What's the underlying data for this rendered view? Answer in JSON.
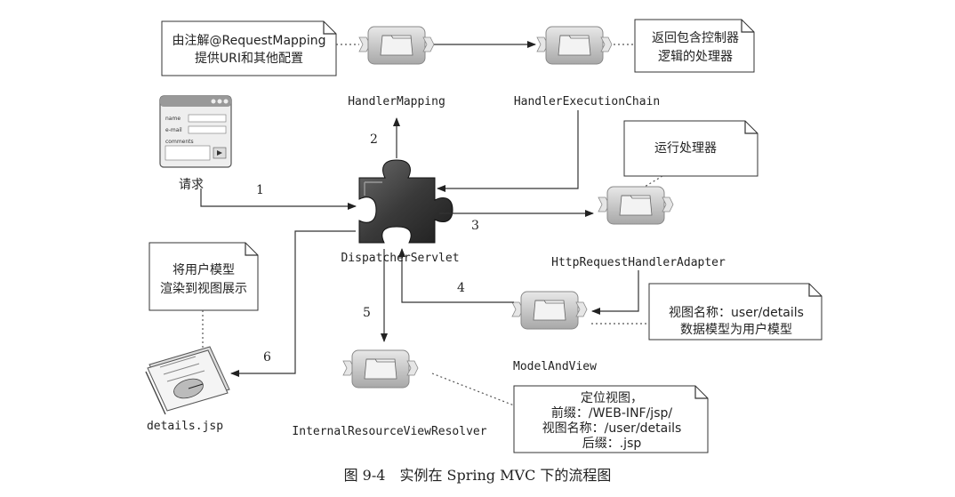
{
  "components": {
    "handler_mapping": "HandlerMapping",
    "handler_execution_chain": "HandlerExecutionChain",
    "dispatcher_servlet": "DispatcherServlet",
    "http_request_handler_adapter": "HttpRequestHandlerAdapter",
    "model_and_view": "ModelAndView",
    "internal_resource_view_resolver": "InternalResourceViewResolver",
    "details_jsp": "details.jsp",
    "request": "请求"
  },
  "form": {
    "name_label": "name",
    "email_label": "e-mail",
    "comments_label": "comments"
  },
  "notes": {
    "mapping_note": [
      "由注解@RequestMapping",
      "提供URI和其他配置"
    ],
    "chain_note": [
      "返回包含控制器",
      "逻辑的处理器"
    ],
    "run_note": [
      "运行处理器"
    ],
    "render_note": [
      "将用户模型",
      "渲染到视图展示"
    ],
    "view_name_note": [
      "视图名称：user/details",
      "数据模型为用户模型"
    ],
    "resolver_note": [
      "定位视图，",
      "前缀：/WEB-INF/jsp/",
      "视图名称：/user/details",
      "后缀：.jsp"
    ]
  },
  "steps": [
    "1",
    "2",
    "3",
    "4",
    "5",
    "6"
  ],
  "caption": "图 9-4　实例在 Spring MVC 下的流程图"
}
